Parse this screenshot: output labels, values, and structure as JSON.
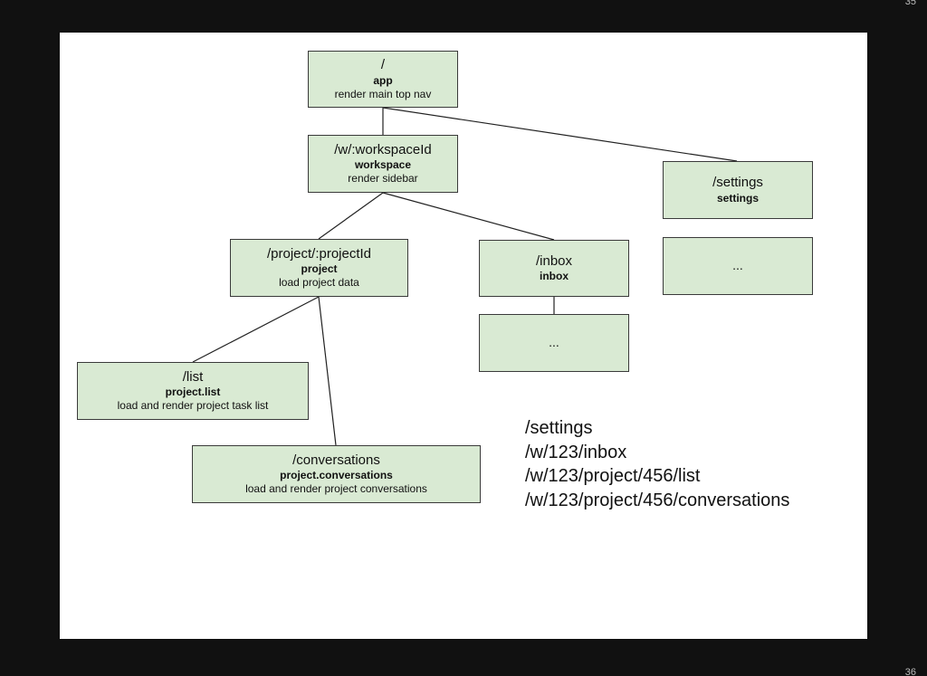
{
  "page_numbers": {
    "top": "35",
    "bottom": "36"
  },
  "nodes": {
    "root": {
      "path": "/",
      "name": "app",
      "desc": "render main top nav"
    },
    "workspace": {
      "path": "/w/:workspaceId",
      "name": "workspace",
      "desc": "render sidebar"
    },
    "settings": {
      "path": "/settings",
      "name": "settings"
    },
    "settings_child": {
      "label": "..."
    },
    "project": {
      "path": "/project/:projectId",
      "name": "project",
      "desc": "load project data"
    },
    "inbox": {
      "path": "/inbox",
      "name": "inbox"
    },
    "inbox_child": {
      "label": "..."
    },
    "list": {
      "path": "/list",
      "name": "project.list",
      "desc": "load and render project task list"
    },
    "conversations": {
      "path": "/conversations",
      "name": "project.conversations",
      "desc": "load and render project conversations"
    }
  },
  "example_urls": [
    "/settings",
    "/w/123/inbox",
    "/w/123/project/456/list",
    "/w/123/project/456/conversations"
  ]
}
